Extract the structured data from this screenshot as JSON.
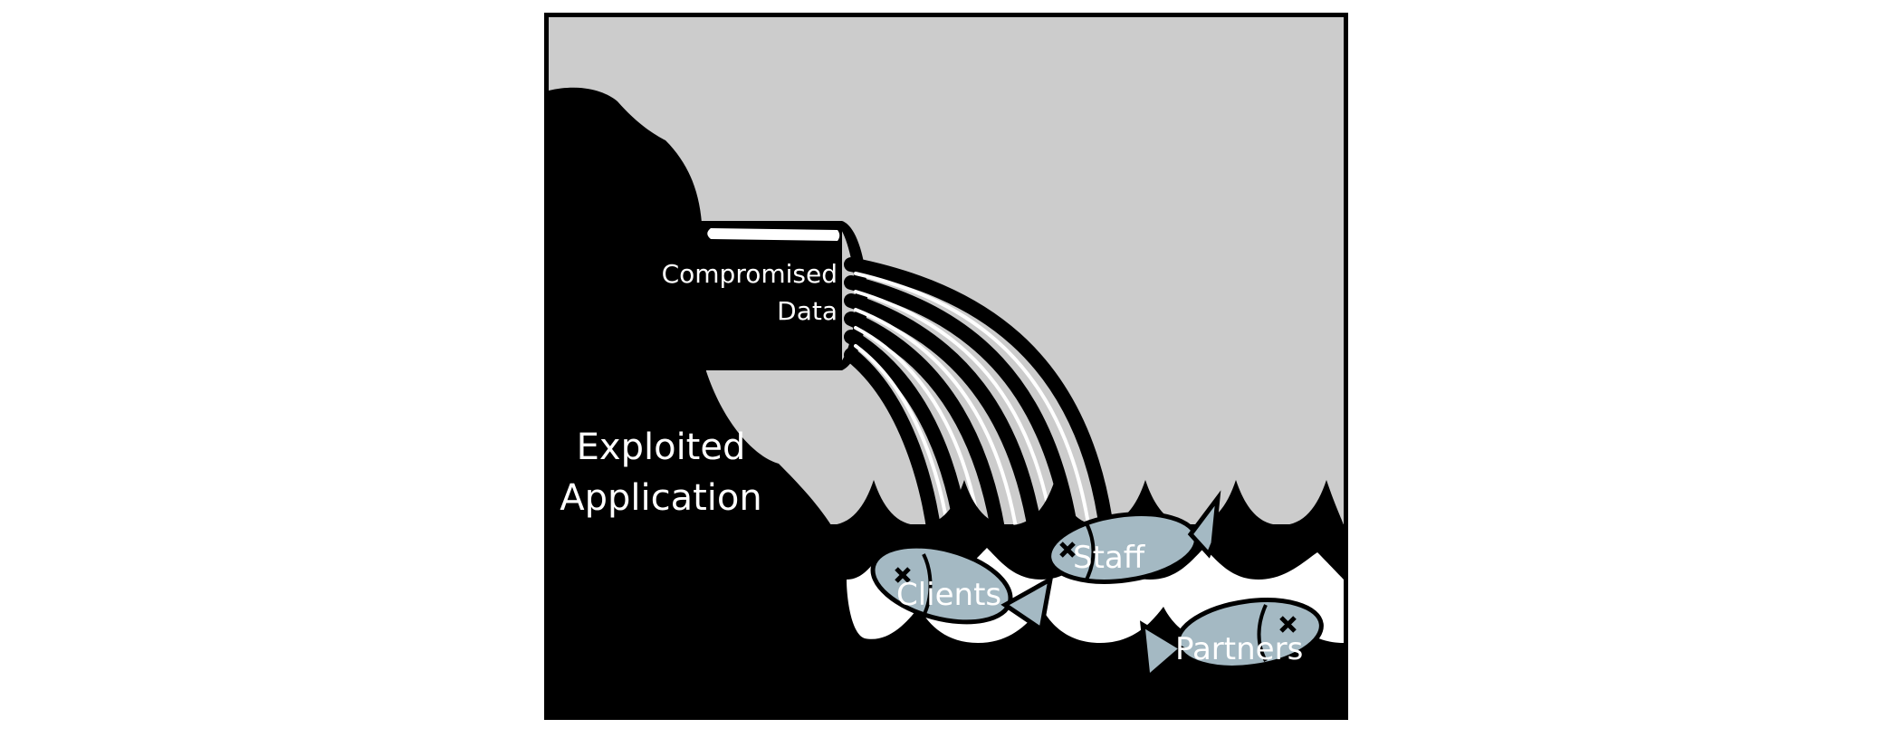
{
  "diagram": {
    "labels": {
      "source_line1": "Compromised",
      "source_line2": "Data",
      "hill_line1": "Exploited",
      "hill_line2": "Application",
      "fish_clients": "Clients",
      "fish_staff": "Staff",
      "fish_partners": "Partners"
    },
    "colors": {
      "sky": "#cccccc",
      "ink": "#000000",
      "fish": "#a4b9c3",
      "text": "#ffffff"
    },
    "icons": [
      "pipe-icon",
      "sludge-stream-icon",
      "dead-fish-icon"
    ]
  }
}
